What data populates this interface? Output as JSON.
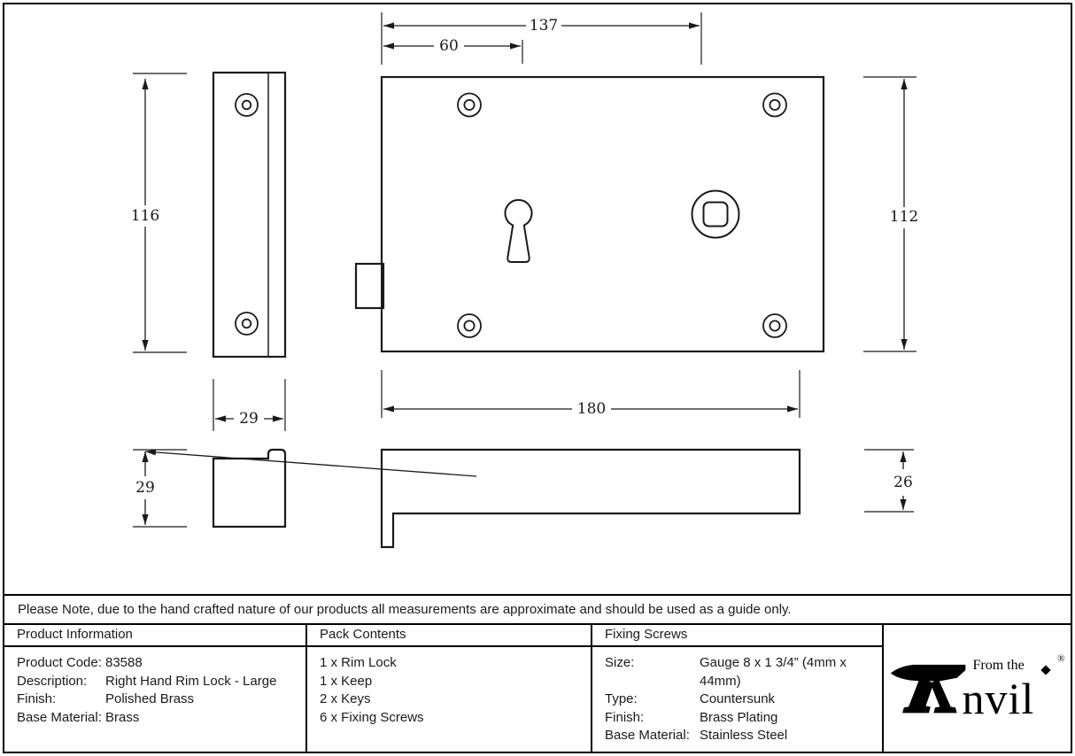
{
  "drawing": {
    "dimensions": {
      "top_width": "137",
      "keyhole_offset": "60",
      "keep_height": "116",
      "keep_width": "29",
      "keep_depth": "29",
      "body_height": "112",
      "body_width": "180",
      "body_depth": "26"
    }
  },
  "note": "Please Note, due to the hand crafted nature of our products all measurements are approximate and should be used as a guide only.",
  "table": {
    "product_information": {
      "header": "Product Information",
      "rows": [
        {
          "label": "Product Code:",
          "value": "83588"
        },
        {
          "label": "Description:",
          "value": "Right Hand Rim Lock - Large"
        },
        {
          "label": "Finish:",
          "value": "Polished Brass"
        },
        {
          "label": "Base Material:",
          "value": "Brass"
        }
      ]
    },
    "pack_contents": {
      "header": "Pack Contents",
      "items": [
        "1 x Rim Lock",
        "1 x Keep",
        "2 x Keys",
        "6 x Fixing Screws"
      ]
    },
    "fixing_screws": {
      "header": "Fixing Screws",
      "rows": [
        {
          "label": "Size:",
          "value": "Gauge 8 x 1 3/4” (4mm x 44mm)"
        },
        {
          "label": "Type:",
          "value": "Countersunk"
        },
        {
          "label": "Finish:",
          "value": "Brass Plating"
        },
        {
          "label": "Base Material:",
          "value": "Stainless Steel"
        }
      ]
    }
  },
  "logo": {
    "from_the": "From the",
    "name_rest": "nvil",
    "registered": "®"
  }
}
